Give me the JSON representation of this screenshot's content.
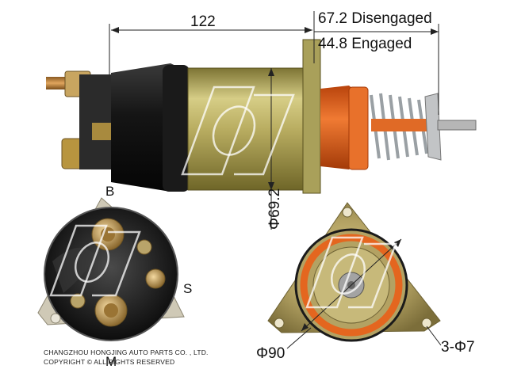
{
  "dimensions": {
    "length": "122",
    "stroke_disengaged": "67.2 Disengaged",
    "stroke_engaged": "44.8 Engaged",
    "body_diameter": "Φ69.2",
    "flange_diameter": "Φ90",
    "mount_holes": "3-Φ7"
  },
  "terminals": {
    "b": "B",
    "s": "S",
    "m": "M"
  },
  "footer": {
    "company": "CHANGZHOU HONGJING AUTO PARTS CO. , LTD.",
    "copyright": "COPYRIGHT © ALL RIGHTS RESERVED"
  },
  "colors": {
    "housing": "#b9ad61",
    "cap": "#151515",
    "seal": "#e4661f",
    "copper": "#c98a45",
    "spring": "#b9bcbf"
  }
}
